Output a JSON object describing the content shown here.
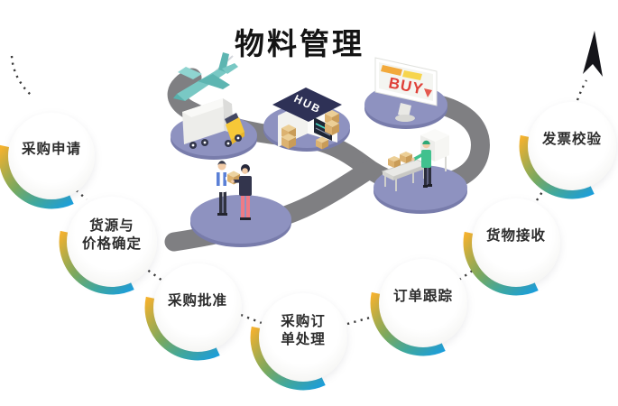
{
  "title": "物料管理",
  "steps": [
    {
      "id": "purchase-request",
      "line1": "采购申请",
      "line2": ""
    },
    {
      "id": "source-price",
      "line1": "货源与",
      "line2": "价格确定"
    },
    {
      "id": "purchase-approval",
      "line1": "采购批准",
      "line2": ""
    },
    {
      "id": "po-processing",
      "line1": "采购订",
      "line2": "单处理"
    },
    {
      "id": "order-tracking",
      "line1": "订单跟踪",
      "line2": ""
    },
    {
      "id": "goods-receipt",
      "line1": "货物接收",
      "line2": ""
    },
    {
      "id": "invoice-verification",
      "line1": "发票校验",
      "line2": ""
    }
  ],
  "illustration": {
    "hub_label": "HUB",
    "monitor_label": "BUY",
    "icons": [
      "airplane-icon",
      "truck-icon",
      "hub-building-icon",
      "buy-monitor-icon",
      "handover-people-icon",
      "receiving-conveyor-icon",
      "up-arrow-icon",
      "road-path"
    ]
  },
  "colors": {
    "arc_yellow": "#f3b22f",
    "arc_green": "#7bab5e",
    "arc_blue": "#1b9fdc",
    "road_gray": "#7f7f82",
    "platform_purple": "#8e92c0",
    "platform_edge": "#787cab",
    "roof_navy": "#2e3156",
    "buy_red": "#df4038",
    "truck_yellow": "#f6c838",
    "plane_teal": "#79c8c4",
    "person_green": "#41c18e",
    "pants_pink": "#ee7b85",
    "vest_blue": "#5b80d6",
    "box_tan": "#dcb270",
    "dot_color": "#3a3a3a"
  }
}
